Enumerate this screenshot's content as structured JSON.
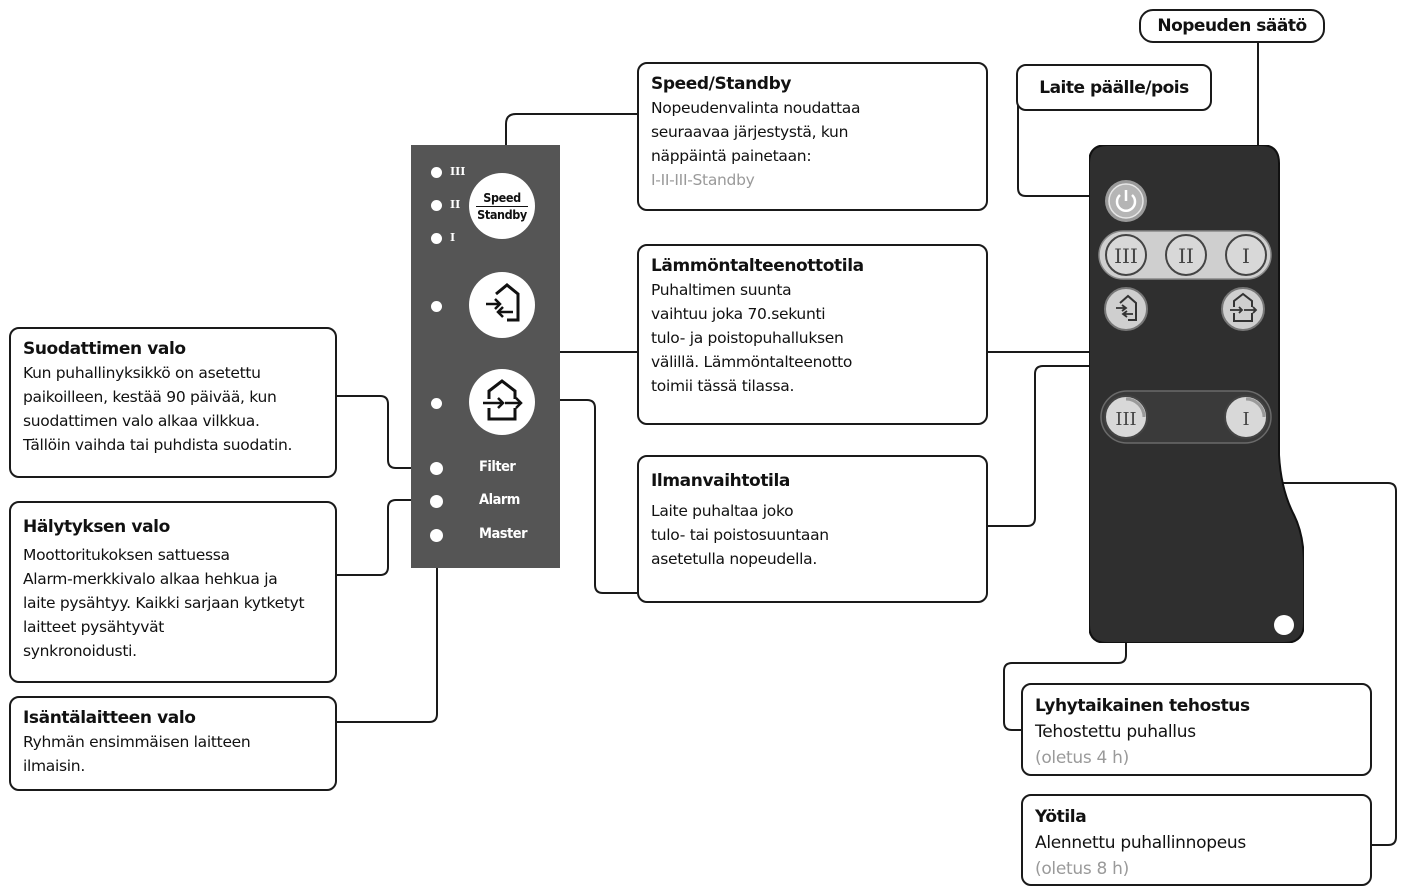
{
  "panel": {
    "speed_levels": [
      "III",
      "II",
      "I"
    ],
    "speed_button": {
      "line1": "Speed",
      "line2": "Standby"
    },
    "heat_recovery_button_icon": "heat-recovery-icon",
    "ventilation_button_icon": "ventilation-icon",
    "indicators": [
      {
        "label": "Filter"
      },
      {
        "label": "Alarm"
      },
      {
        "label": "Master"
      }
    ],
    "background_color": "#555555"
  },
  "callouts": {
    "speed_standby": {
      "title": "Speed/Standby",
      "lines": [
        "Nopeudenvalinta noudattaa",
        "seuraavaa järjestystä, kun",
        "näppäintä painetaan:"
      ],
      "sequence": "I-II-III-Standby"
    },
    "heat_recovery": {
      "title": "Lämmöntalteenottotila",
      "lines": [
        "Puhaltimen suunta",
        "vaihtuu joka 70.sekunti",
        "tulo- ja poistopuhalluksen",
        "välillä. Lämmöntalteenotto",
        "toimii tässä tilassa."
      ]
    },
    "ventilation": {
      "title": "Ilmanvaihtotila",
      "lines": [
        "Laite puhaltaa joko",
        "tulo- tai poistosuuntaan",
        "asetetulla nopeudella."
      ]
    },
    "filter_light": {
      "title": "Suodattimen valo",
      "lines": [
        "Kun puhallinyksikkö on asetettu",
        "paikoilleen, kestää 90 päivää, kun",
        "suodattimen valo alkaa vilkkua.",
        "Tällöin vaihda tai puhdista suodatin."
      ]
    },
    "alarm_light": {
      "title": "Hälytyksen valo",
      "lines": [
        "Moottoritukoksen sattuessa",
        "Alarm-merkkivalo alkaa hehkua ja",
        "laite pysähtyy. Kaikki sarjaan kytketyt",
        "laitteet pysähtyvät",
        "synkronoidusti."
      ]
    },
    "master_light": {
      "title": "Isäntälaitteen valo",
      "lines": [
        "Ryhmän ensimmäisen laitteen",
        "ilmaisin."
      ]
    },
    "boost": {
      "title": "Lyhytaikainen tehostus",
      "lines": [
        "Tehostettu puhallus"
      ],
      "default": "(oletus 4 h)"
    },
    "night": {
      "title": "Yötila",
      "lines": [
        "Alennettu puhallinnopeus"
      ],
      "default": "(oletus 8 h)"
    }
  },
  "labels": {
    "power": "Laite päälle/pois",
    "speed_control": "Nopeuden säätö"
  },
  "remote": {
    "buttons": [
      "power-icon",
      "speed-III",
      "speed-II",
      "speed-I",
      "heat-recovery-icon",
      "ventilation-icon",
      "boost-icon",
      "night-mode-icon"
    ],
    "speed_labels": [
      "III",
      "II",
      "I"
    ],
    "body_color": "#2f2f2f",
    "button_color": "#cfcfcf",
    "accent_color": "#9a9a9a"
  }
}
